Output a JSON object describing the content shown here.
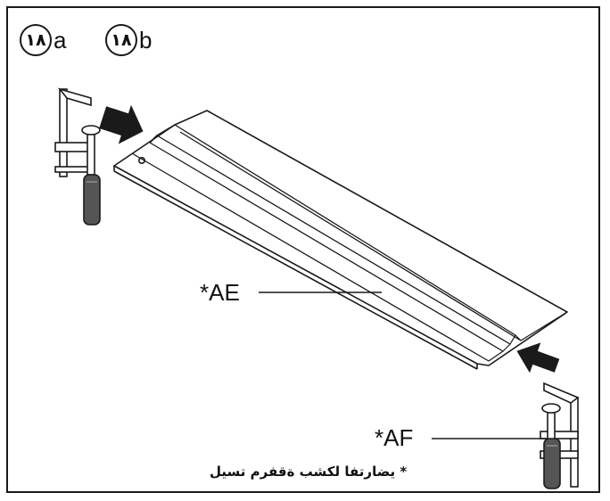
{
  "steps": [
    {
      "number": "١٨",
      "letter": "a"
    },
    {
      "number": "١٨",
      "letter": "b"
    }
  ],
  "callouts": {
    "profile": "*AE",
    "clamp": "*AF"
  },
  "footnote": "* يضارتفا لكشب ةقفرم تسيل",
  "icons": [
    "clamp-icon",
    "arrow-icon"
  ]
}
